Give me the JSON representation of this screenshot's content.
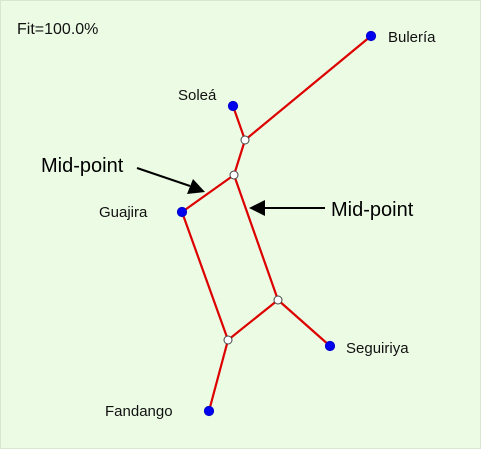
{
  "fit_label": "Fit=100.0%",
  "taxa": {
    "buleria": "Bulería",
    "solea": "Soleá",
    "guajira": "Guajira",
    "seguiriya": "Seguiriya",
    "fandango": "Fandango"
  },
  "annotations": {
    "midpoint_left": "Mid-point",
    "midpoint_right": "Mid-point"
  },
  "colors": {
    "background": "#ecfbe4",
    "edge": "#dd0000",
    "taxon_node": "#0000ee",
    "internal_node": "#ffffff",
    "arrow": "#000000"
  }
}
